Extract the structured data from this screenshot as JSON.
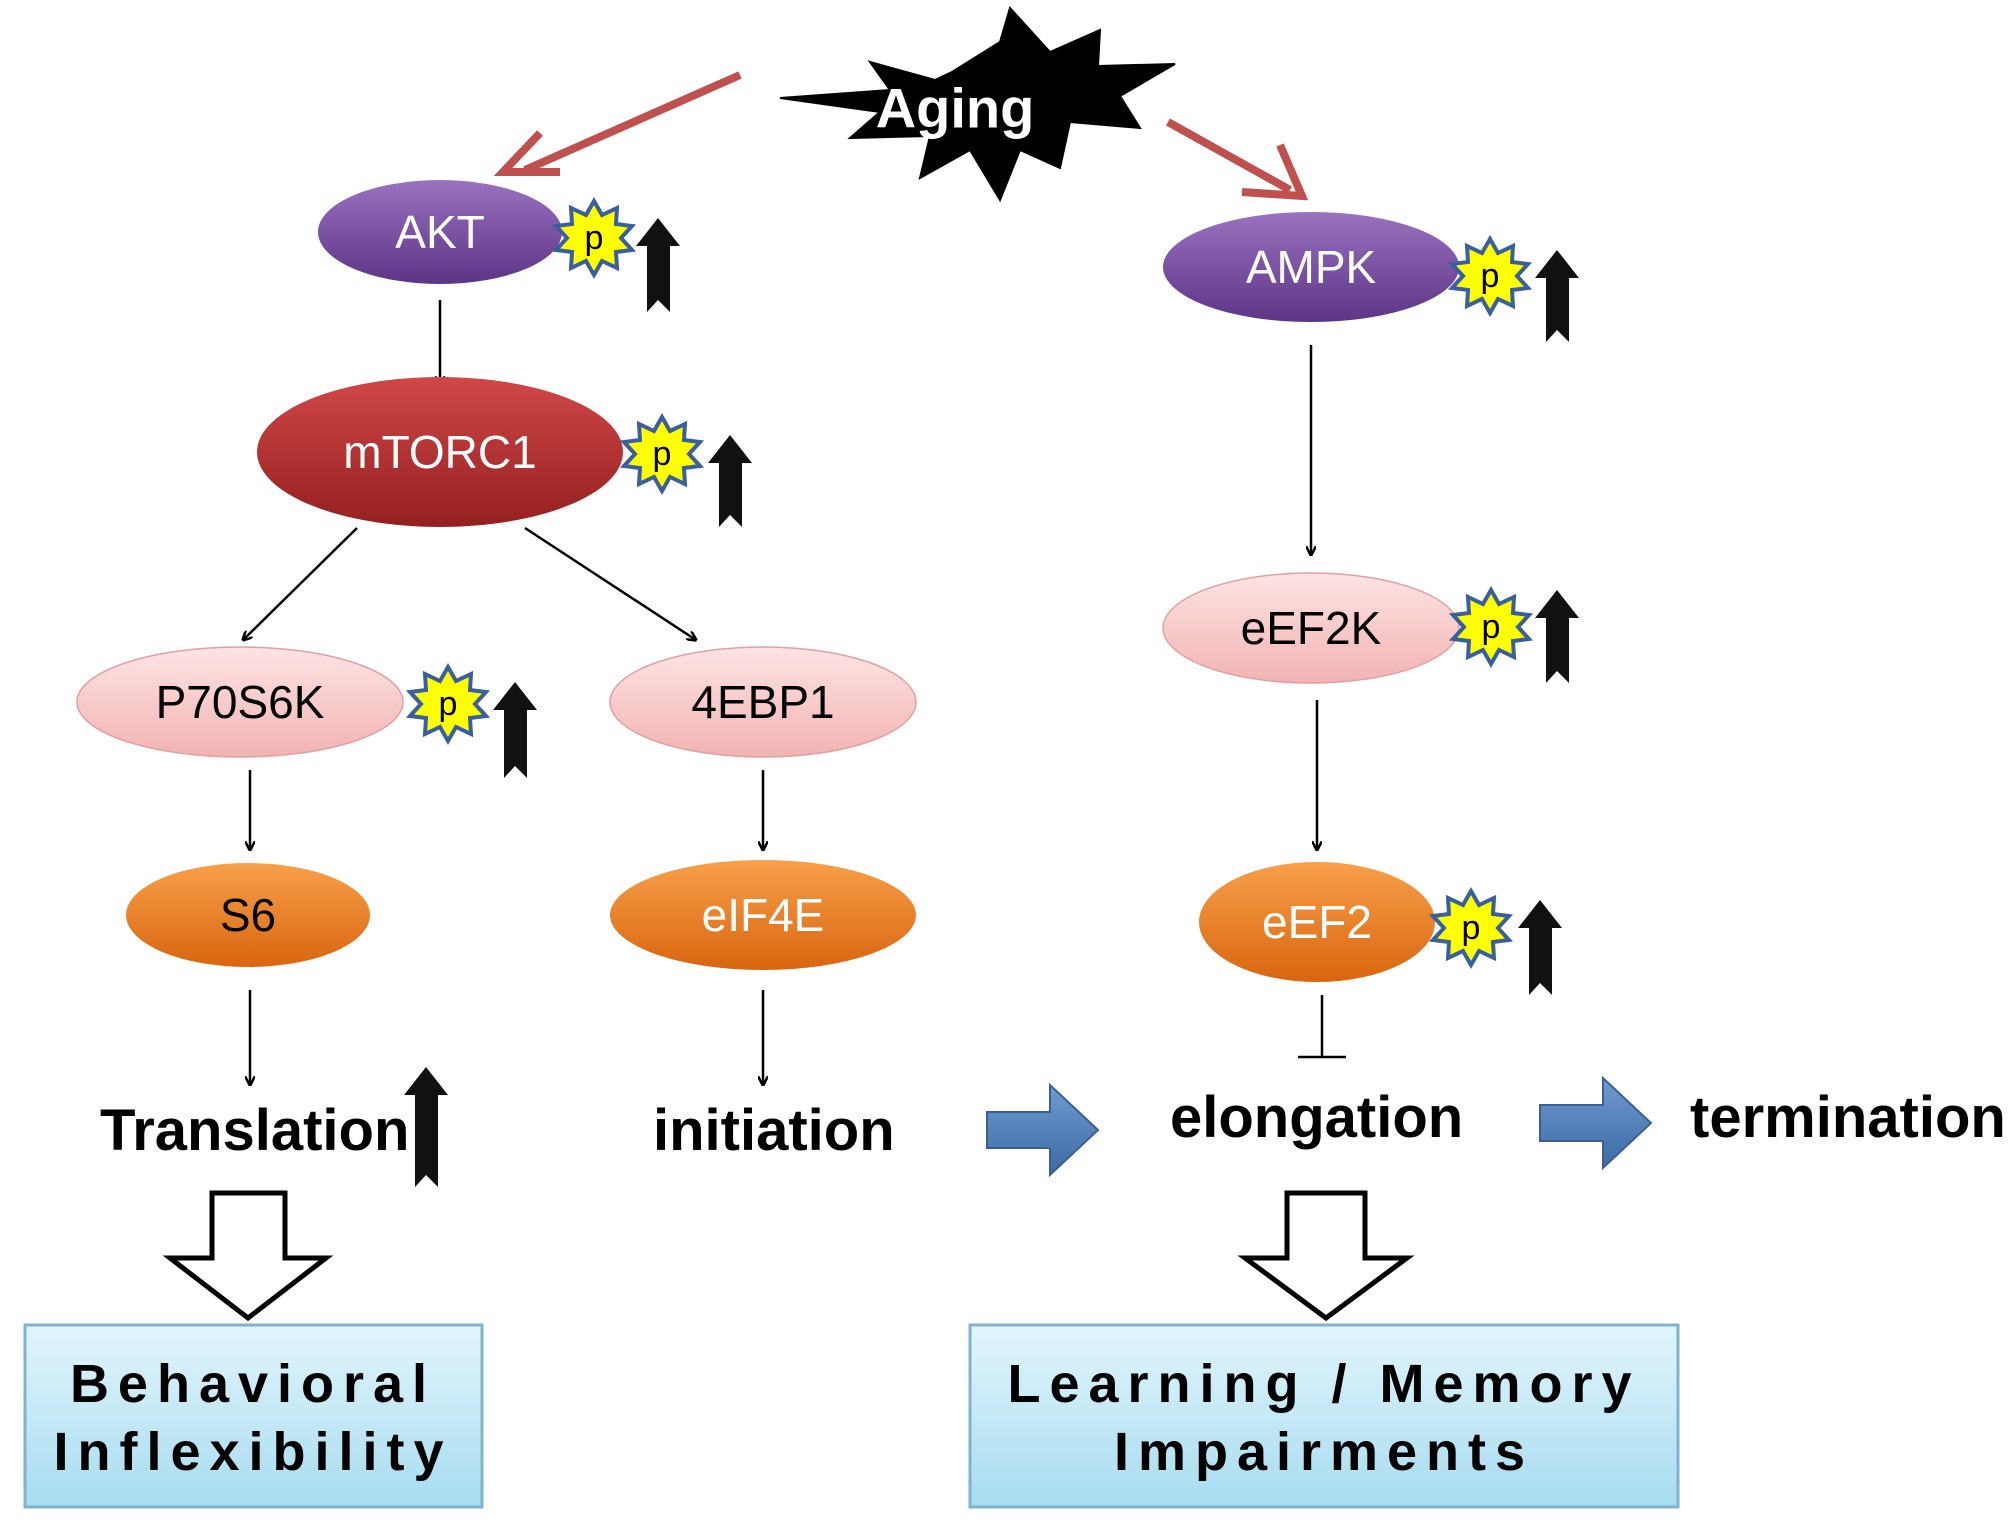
{
  "title": "Aging",
  "nodes": {
    "akt": "AKT",
    "mtorc1": "mTORC1",
    "p70s6k": "P70S6K",
    "ebp1": "4EBP1",
    "s6": "S6",
    "eif4e": "eIF4E",
    "ampk": "AMPK",
    "eef2k": "eEF2K",
    "eef2": "eEF2"
  },
  "phospho_label": "p",
  "stages": {
    "translation": "Translation",
    "initiation": "initiation",
    "elongation": "elongation",
    "termination": "termination"
  },
  "outcomes": {
    "behavioral": {
      "line1": "Behavioral",
      "line2": "Inflexibility"
    },
    "memory": {
      "line1": "Learning / Memory",
      "line2": "Impairments"
    }
  },
  "colors": {
    "purple": "#7b4fa0",
    "red": "#b03030",
    "pink": "#f6c7c7",
    "orange": "#e87722",
    "phospho_fill": "#ffff00",
    "phospho_stroke": "#3a5fa0",
    "aging_arrow": "#c0504d",
    "blue_arrow": "#4f81bd",
    "outcome_box": "#bde6f5"
  }
}
